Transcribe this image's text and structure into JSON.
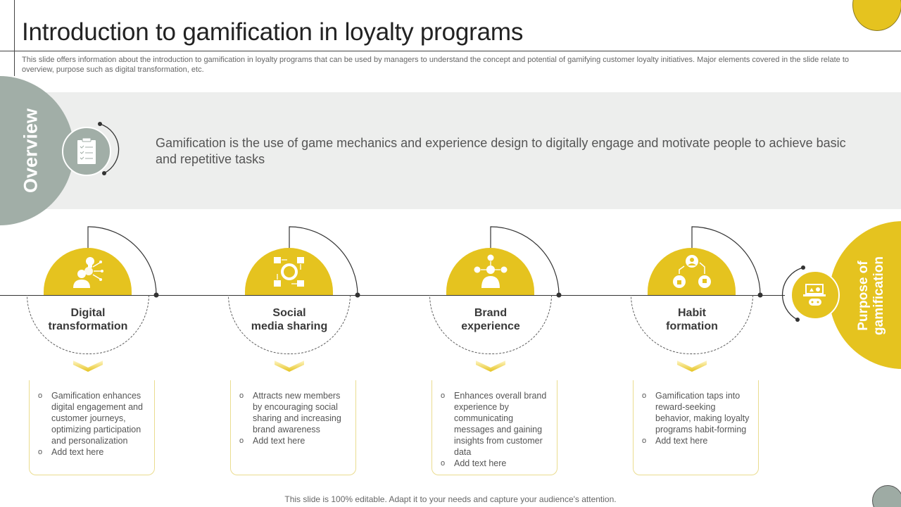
{
  "slide": {
    "title": "Introduction to gamification in loyalty programs",
    "subtitle": "This slide offers information about the introduction to gamification in loyalty programs that can be used by managers to understand the concept and potential of gamifying customer loyalty initiatives. Major elements covered in the slide relate to overview, purpose such as digital transformation, etc.",
    "footer": "This slide is 100% editable. Adapt it to your needs and capture your audience's attention."
  },
  "overview": {
    "label": "Overview",
    "icon": "clipboard-checklist-icon",
    "text": "Gamification is the use of game mechanics and experience design to digitally engage and motivate people to achieve basic and repetitive tasks"
  },
  "purpose": {
    "label_line1": "Purpose of",
    "label_line2": "gamification",
    "icon": "laptop-gamepad-icon"
  },
  "stages": [
    {
      "title_line1": "Digital",
      "title_line2": "transformation",
      "icon": "idea-person-network-icon",
      "bullets": [
        "Gamification enhances digital engagement and customer journeys, optimizing participation and personalization",
        "Add text here"
      ]
    },
    {
      "title_line1": "Social",
      "title_line2": "media sharing",
      "icon": "social-share-cycle-icon",
      "bullets": [
        "Attracts new members by encouraging social sharing and increasing brand awareness",
        "Add text here"
      ]
    },
    {
      "title_line1": "Brand",
      "title_line2": "experience",
      "icon": "person-brand-network-icon",
      "bullets": [
        "Enhances overall brand experience by communicating messages and gaining insights from customer data",
        "Add text here"
      ]
    },
    {
      "title_line1": "Habit",
      "title_line2": "formation",
      "icon": "habit-feedback-cycle-icon",
      "bullets": [
        "Gamification taps into reward-seeking behavior, making loyalty programs habit-forming",
        "Add text here"
      ]
    }
  ],
  "colors": {
    "accent_yellow": "#E5C31F",
    "accent_grey": "#A1AEA7",
    "band_grey": "#EDEEED",
    "text_dark": "#222222"
  }
}
